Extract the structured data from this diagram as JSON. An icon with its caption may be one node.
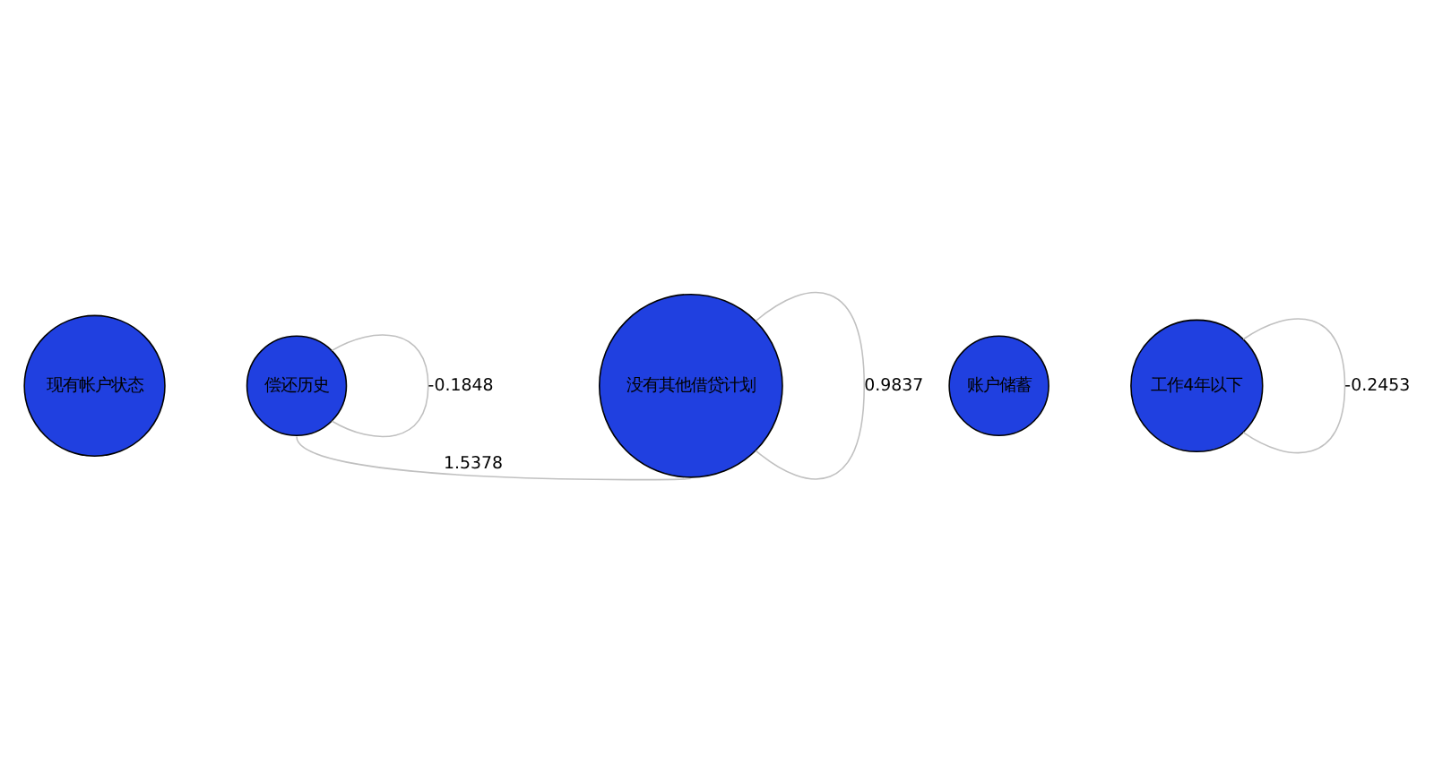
{
  "diagram": {
    "nodes": [
      {
        "text": [
          "现有帐户状态"
        ]
      },
      {
        "text": [
          "偿还历史"
        ]
      },
      {
        "text": [
          "没有其他借贷计划"
        ]
      },
      {
        "text": [
          "账户储蓄"
        ]
      },
      {
        "text": [
          "工作4年以下"
        ]
      }
    ],
    "edges": [
      {
        "from": 1,
        "to": 1,
        "arrow": "none",
        "label": "-0.1848"
      },
      {
        "from": 1,
        "to": 2,
        "arrow": "none",
        "label": "1.5378"
      },
      {
        "from": 2,
        "to": 2,
        "arrow": "none",
        "label": "0.9837"
      },
      {
        "from": 4,
        "to": 4,
        "arrow": "none",
        "label": "-0.2453"
      }
    ]
  }
}
